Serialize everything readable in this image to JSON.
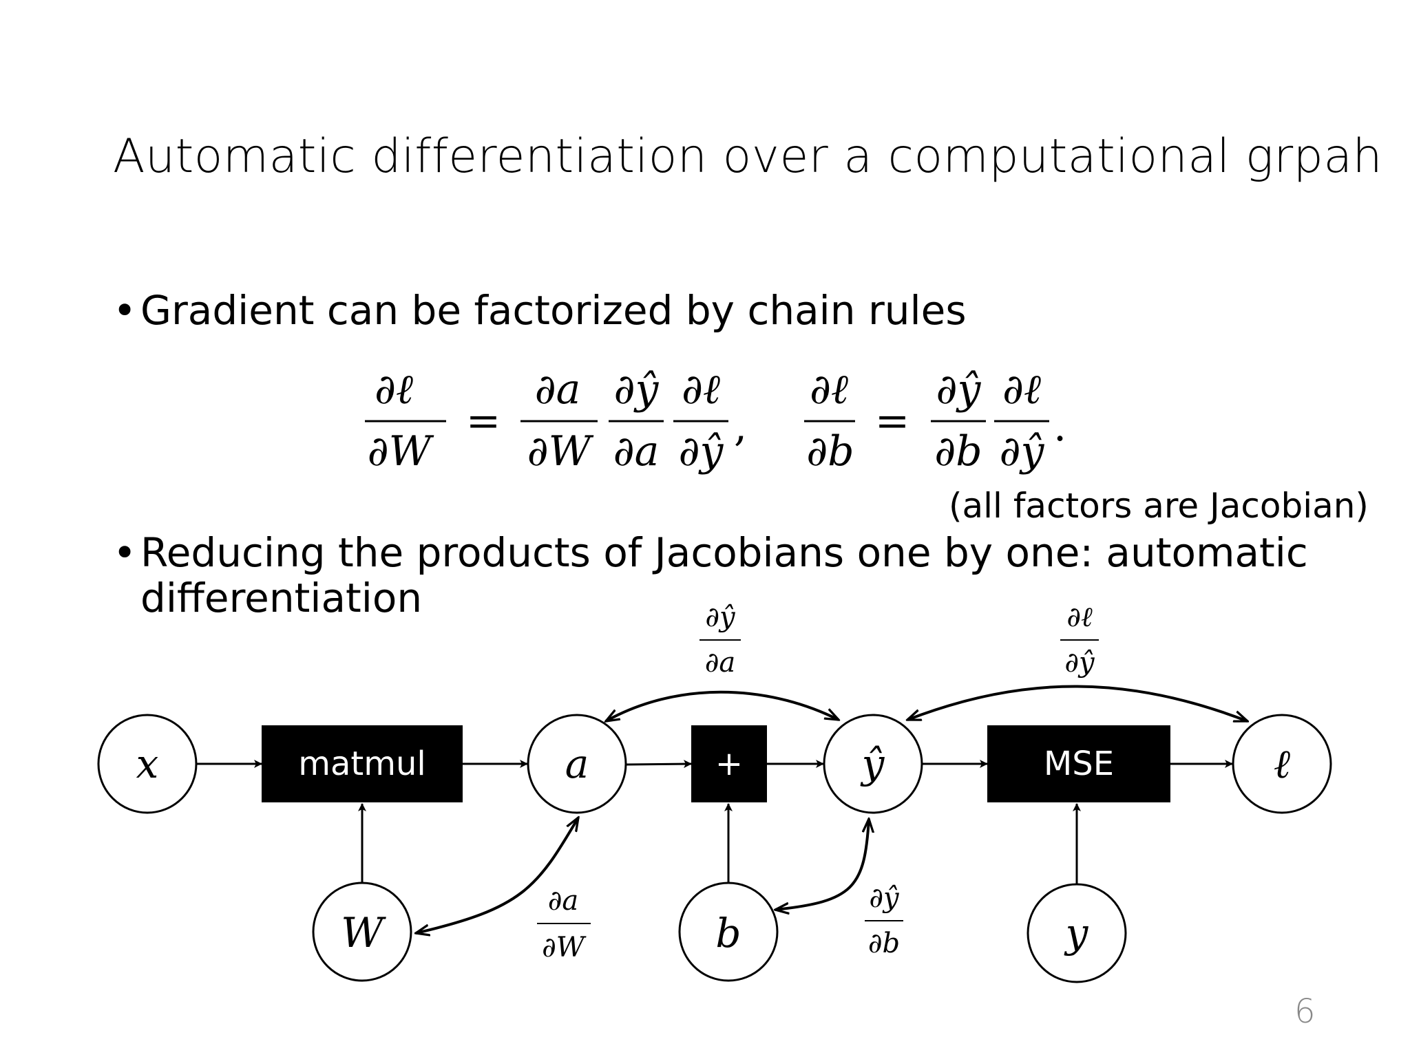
{
  "slide": {
    "title": "Automatic differentiation over a computational grpah",
    "bullets": [
      "Gradient can be factorized by chain rules",
      "Reducing the products of Jacobians one by one: automatic",
      "differentiation"
    ],
    "bullet_symbol": "•",
    "note": "(all factors are Jacobian)",
    "page_number": "6"
  },
  "equation": {
    "lhs1_num": "∂ℓ",
    "lhs1_den": "∂W",
    "rhs1": [
      {
        "num": "∂a",
        "den": "∂W"
      },
      {
        "num": "∂ŷ",
        "den": "∂a"
      },
      {
        "num": "∂ℓ",
        "den": "∂ŷ"
      }
    ],
    "lhs2_num": "∂ℓ",
    "lhs2_den": "∂b",
    "rhs2": [
      {
        "num": "∂ŷ",
        "den": "∂b"
      },
      {
        "num": "∂ℓ",
        "den": "∂ŷ"
      }
    ],
    "equals": "=",
    "comma": ",",
    "period": "."
  },
  "graph": {
    "nodes": {
      "x": "x",
      "a": "a",
      "yhat": "ŷ",
      "l": "ℓ",
      "W": "W",
      "b": "b",
      "y": "y"
    },
    "ops": {
      "matmul": "matmul",
      "plus": "+",
      "mse": "MSE"
    },
    "jacobians": {
      "dyhat_da": {
        "num": "∂ŷ",
        "den": "∂a"
      },
      "dl_dyhat": {
        "num": "∂ℓ",
        "den": "∂ŷ"
      },
      "da_dW": {
        "num": "∂a",
        "den": "∂W"
      },
      "dyhat_db": {
        "num": "∂ŷ",
        "den": "∂b"
      }
    }
  }
}
